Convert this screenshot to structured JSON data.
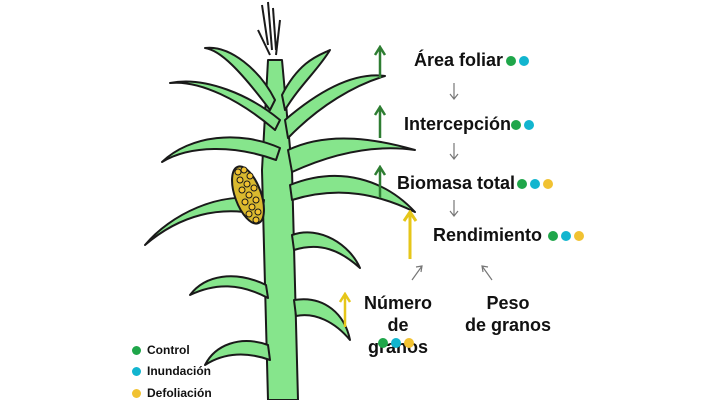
{
  "nodes": {
    "area_foliar": "Área foliar",
    "intercepcion": "Intercepción",
    "biomasa_total": "Biomasa total",
    "rendimiento": "Rendimiento",
    "numero_granos": "Número\nde granos",
    "peso_granos": "Peso\nde granos"
  },
  "legend": {
    "control": "Control",
    "inundacion": "Inundación",
    "defoliacion": "Defoliación"
  },
  "colors": {
    "control": "#1fa64a",
    "inundacion": "#12b5cf",
    "defoliacion": "#f1c232",
    "plant": "#86e58c",
    "up_arrow_green": "#2e7d32",
    "up_arrow_yellow": "#e6c619"
  }
}
